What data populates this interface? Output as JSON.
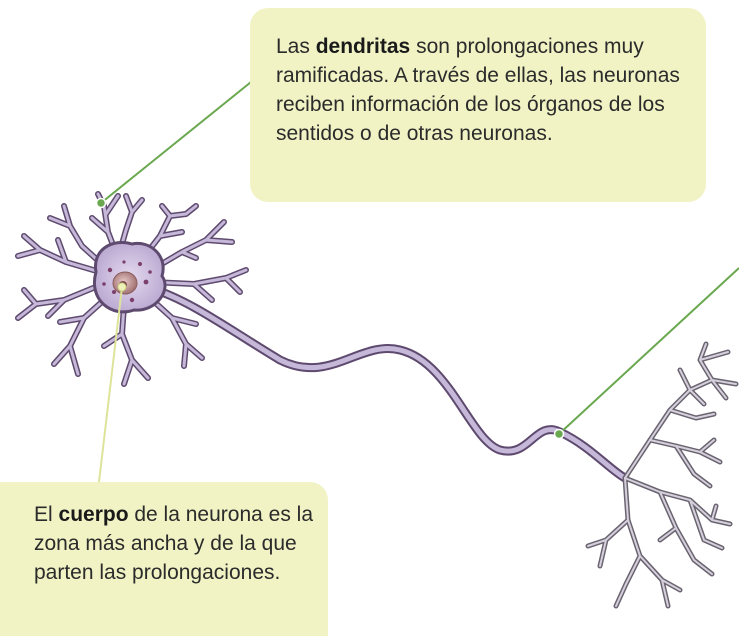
{
  "callouts": {
    "dendrites": {
      "before": "Las ",
      "bold": "dendritas",
      "after": " son prolongaciones muy ramificadas. A través de ellas, las neuronas reciben información de los órganos de los sentidos o de otras neuronas."
    },
    "body": {
      "before": "El ",
      "bold": "cuerpo",
      "after": " de la neurona es la zona más ancha y de la que parten las prolongaciones."
    }
  },
  "colors": {
    "callout_bg": "#f1f3c4",
    "leader_green": "#6aa84f",
    "leader_light": "#dde49a",
    "neuron_outline": "#5e4a6e",
    "neuron_fill": "#c6b8d9",
    "nucleus": "#a77b7b"
  }
}
